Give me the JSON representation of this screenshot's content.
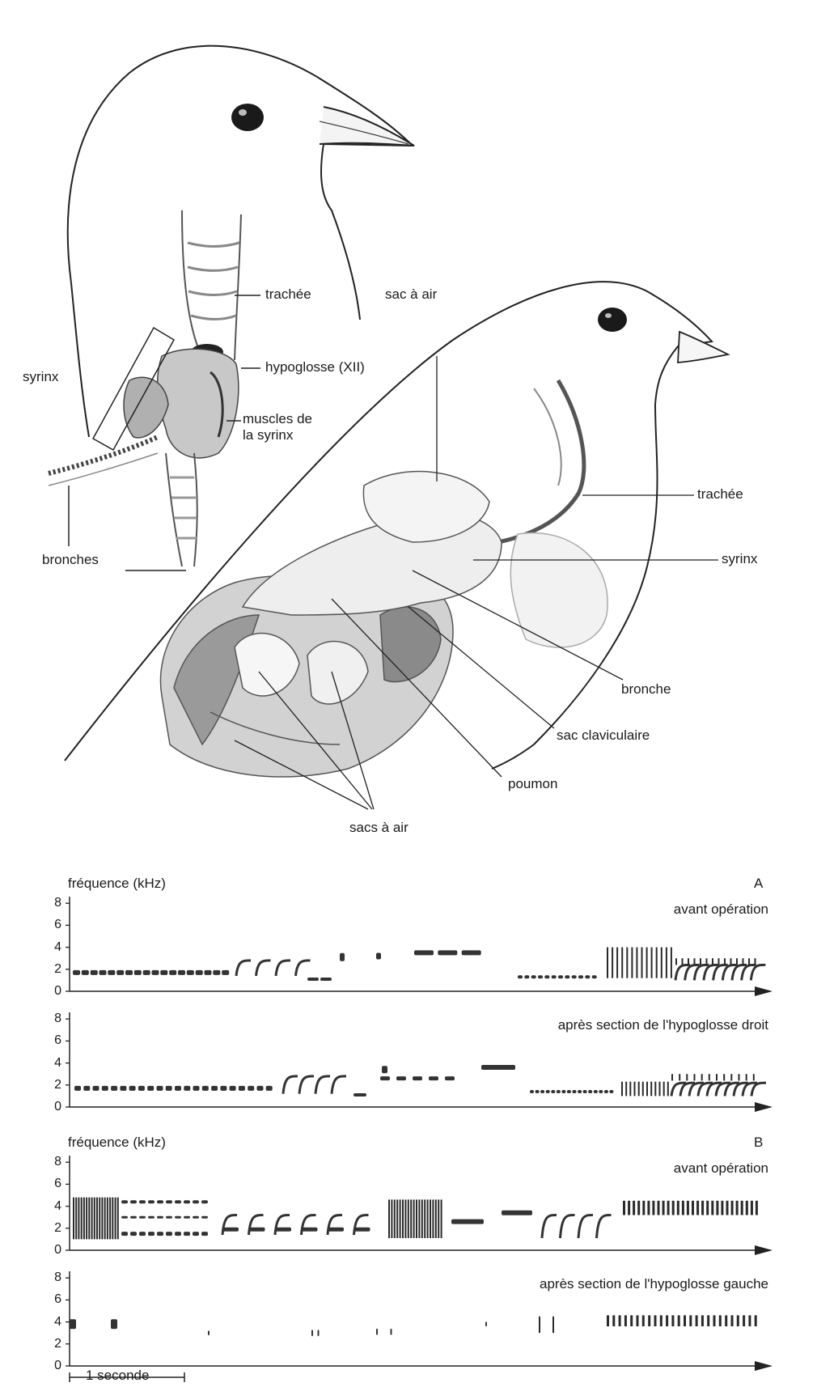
{
  "anatomy": {
    "labels": {
      "trachee_top": "trachée",
      "syrinx_left": "syrinx",
      "hypoglosse": "hypoglosse (XII)",
      "muscles": "muscles de",
      "muscles_line2": "la syrinx",
      "bronches": "bronches",
      "sac_a_air": "sac à air",
      "trachee_right": "trachée",
      "syrinx_right": "syrinx",
      "bronche": "bronche",
      "sac_claviculaire": "sac claviculaire",
      "poumon": "poumon",
      "sacs_a_air": "sacs à air"
    }
  },
  "sonogram": {
    "y_label": "fréquence (kHz)",
    "y_ticks": [
      "0",
      "2",
      "4",
      "6",
      "8"
    ],
    "panels": [
      {
        "letter": "A",
        "show_ylabel": true,
        "title": "avant opération"
      },
      {
        "letter": "",
        "show_ylabel": false,
        "title": "après section de l'hypoglosse droit"
      },
      {
        "letter": "B",
        "show_ylabel": true,
        "title": "avant opération"
      },
      {
        "letter": "",
        "show_ylabel": false,
        "title": "après section de l'hypoglosse gauche"
      }
    ],
    "scale_label": "1 seconde"
  }
}
